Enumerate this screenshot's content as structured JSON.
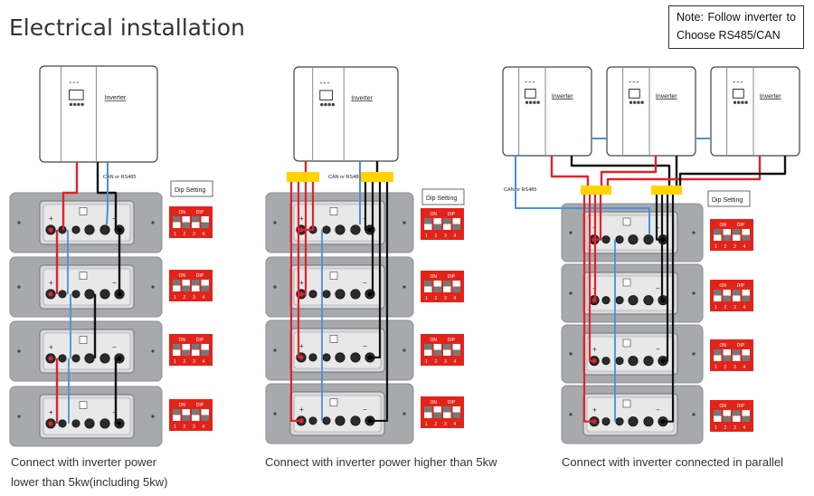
{
  "title": "Electrical installation",
  "note": {
    "line1_a": "Note:",
    "line1_b": "Follow",
    "line1_c": "inverter",
    "line1_d": "to",
    "line2": "Choose RS485/CAN"
  },
  "inverter_label": "Inverter",
  "comm_label": "CAN or RS485",
  "dip_setting_label": "Dip Setting",
  "dip_on_label": "ON",
  "dip_dip_label": "DIP",
  "dip_numbers": [
    "1",
    "2",
    "3",
    "4"
  ],
  "battery_plus": "+",
  "battery_minus": "−",
  "captions": {
    "left_line1": "Connect with inverter power",
    "left_line2": "lower than 5kw(including 5kw)",
    "middle": "Connect with inverter power higher than 5kw",
    "right": "Connect with inverter connected in parallel"
  },
  "colors": {
    "positive_cable": "#e0232a",
    "negative_cable": "#111111",
    "comm_cable": "#4a90d9",
    "busbar": "#ffd400",
    "battery_body": "#a7a9ad",
    "dip_switch": "#e2231a"
  }
}
